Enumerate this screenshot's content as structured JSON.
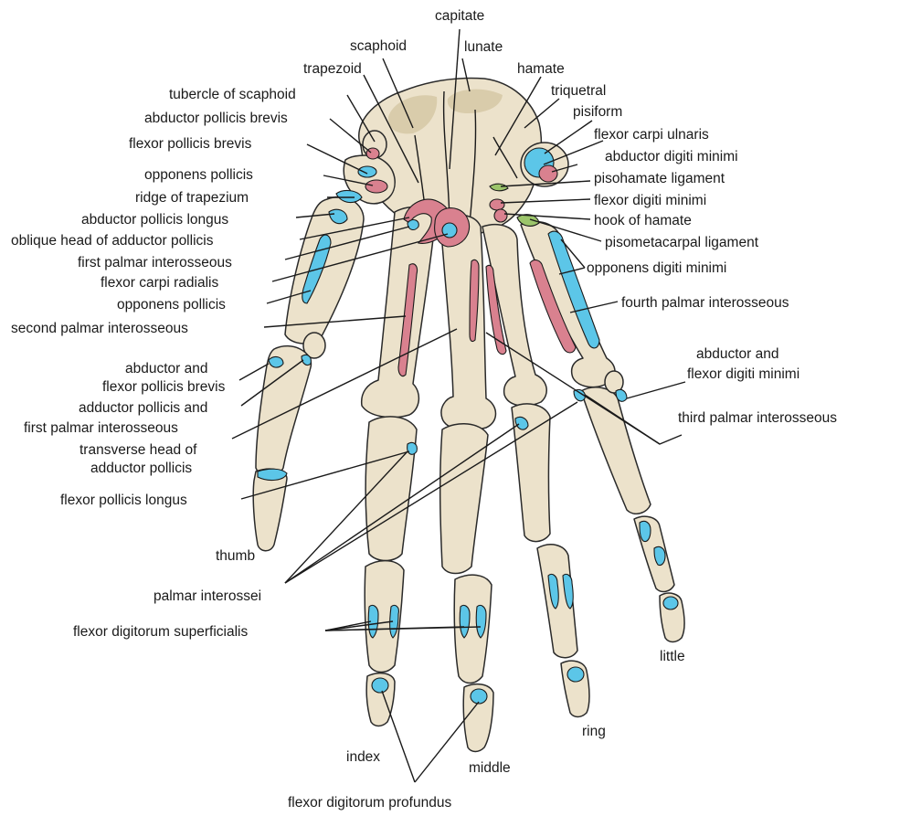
{
  "colors": {
    "bone": "#ece2cb",
    "bone_shadow": "#d9ccab",
    "outline": "#2a2a2a",
    "insertion_blue": "#5cc6e8",
    "insertion_red": "#d9818f",
    "ligament_green": "#9cc56b"
  },
  "labels": {
    "capitate": "capitate",
    "scaphoid": "scaphoid",
    "lunate": "lunate",
    "trapezoid": "trapezoid",
    "hamate": "hamate",
    "triquetral": "triquetral",
    "tubercle_of_scaphoid": "tubercle of scaphoid",
    "pisiform": "pisiform",
    "abductor_pollicis_brevis": "abductor pollicis brevis",
    "flexor_carpi_ulnaris": "flexor carpi ulnaris",
    "flexor_pollicis_brevis": "flexor pollicis brevis",
    "abductor_digiti_minimi": "abductor digiti minimi",
    "opponens_pollicis_top": "opponens pollicis",
    "pisohamate_ligament": "pisohamate ligament",
    "ridge_of_trapezium": "ridge of trapezium",
    "flexor_digiti_minimi": "flexor digiti minimi",
    "abductor_pollicis_longus": "abductor pollicis longus",
    "hook_of_hamate": "hook of hamate",
    "oblique_head_adductor_pollicis": "oblique head of adductor pollicis",
    "pisometacarpal_ligament": "pisometacarpal ligament",
    "first_palmar_interosseous": "first palmar interosseous",
    "opponens_digiti_minimi": "opponens digiti minimi",
    "flexor_carpi_radialis": "flexor carpi radialis",
    "opponens_pollicis_bottom": "opponens pollicis",
    "fourth_palmar_interosseous": "fourth palmar interosseous",
    "second_palmar_interosseous": "second palmar interosseous",
    "abductor_flexor_digiti_minimi_1": "abductor and",
    "abductor_flexor_digiti_minimi_2": "flexor digiti minimi",
    "abductor_flexor_pollicis_brevis_1": "abductor and",
    "abductor_flexor_pollicis_brevis_2": "flexor pollicis brevis",
    "adductor_pollicis_first_palmar_1": "adductor pollicis and",
    "adductor_pollicis_first_palmar_2": "first palmar interosseous",
    "third_palmar_interosseous": "third palmar interosseous",
    "transverse_head_1": "transverse head of",
    "transverse_head_2": "adductor pollicis",
    "flexor_pollicis_longus": "flexor pollicis longus",
    "thumb": "thumb",
    "palmar_interossei": "palmar interossei",
    "flexor_digitorum_superficialis": "flexor digitorum superficialis",
    "little": "little",
    "ring": "ring",
    "index": "index",
    "middle": "middle",
    "flexor_digitorum_profundus": "flexor digitorum profundus"
  }
}
